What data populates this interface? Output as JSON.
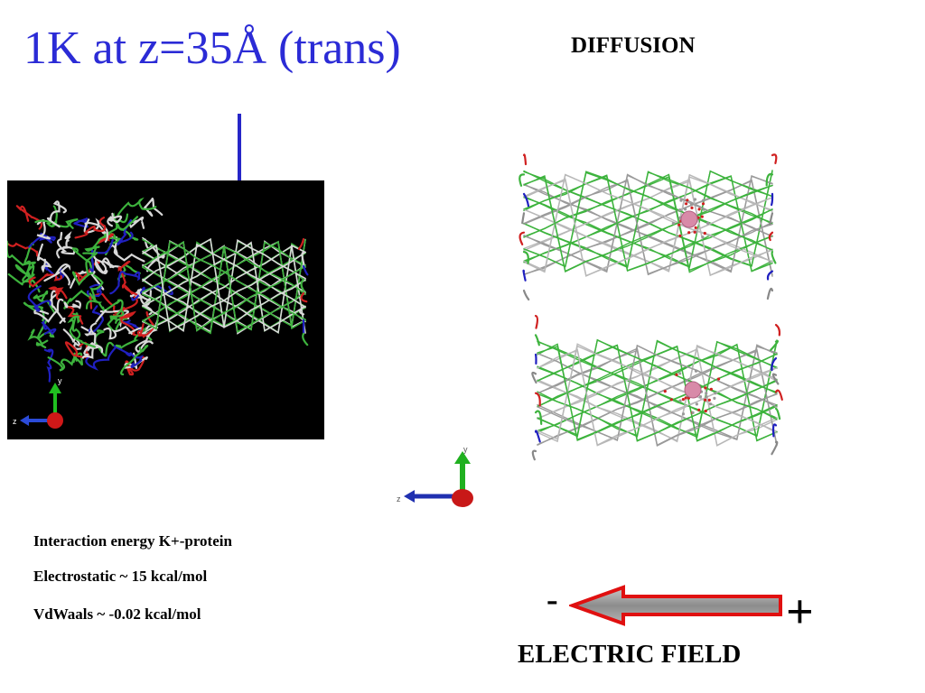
{
  "slide": {
    "title": "1K at z=35Å (trans)",
    "diffusion_label": "DIFFUSION",
    "captions": [
      "Interaction energy K+-protein",
      "Electrostatic ~ 15 kcal/mol",
      "VdWaals ~ -0.02 kcal/mol"
    ],
    "field": {
      "minus": "-",
      "plus": "+",
      "label": "ELECTRIC FIELD"
    },
    "axes": {
      "y": "y",
      "z": "z"
    }
  },
  "colors": {
    "title": "#2b2bd6",
    "pointer_arrow": "#2626c8",
    "field_arrow_outline": "#e01010",
    "field_arrow_fill": "#9a9a9a",
    "strand_green": "#3db33d",
    "strand_white": "#d8d8d8",
    "strand_red": "#d02020",
    "strand_blue": "#2020c0",
    "ion": "#d88aa8"
  }
}
